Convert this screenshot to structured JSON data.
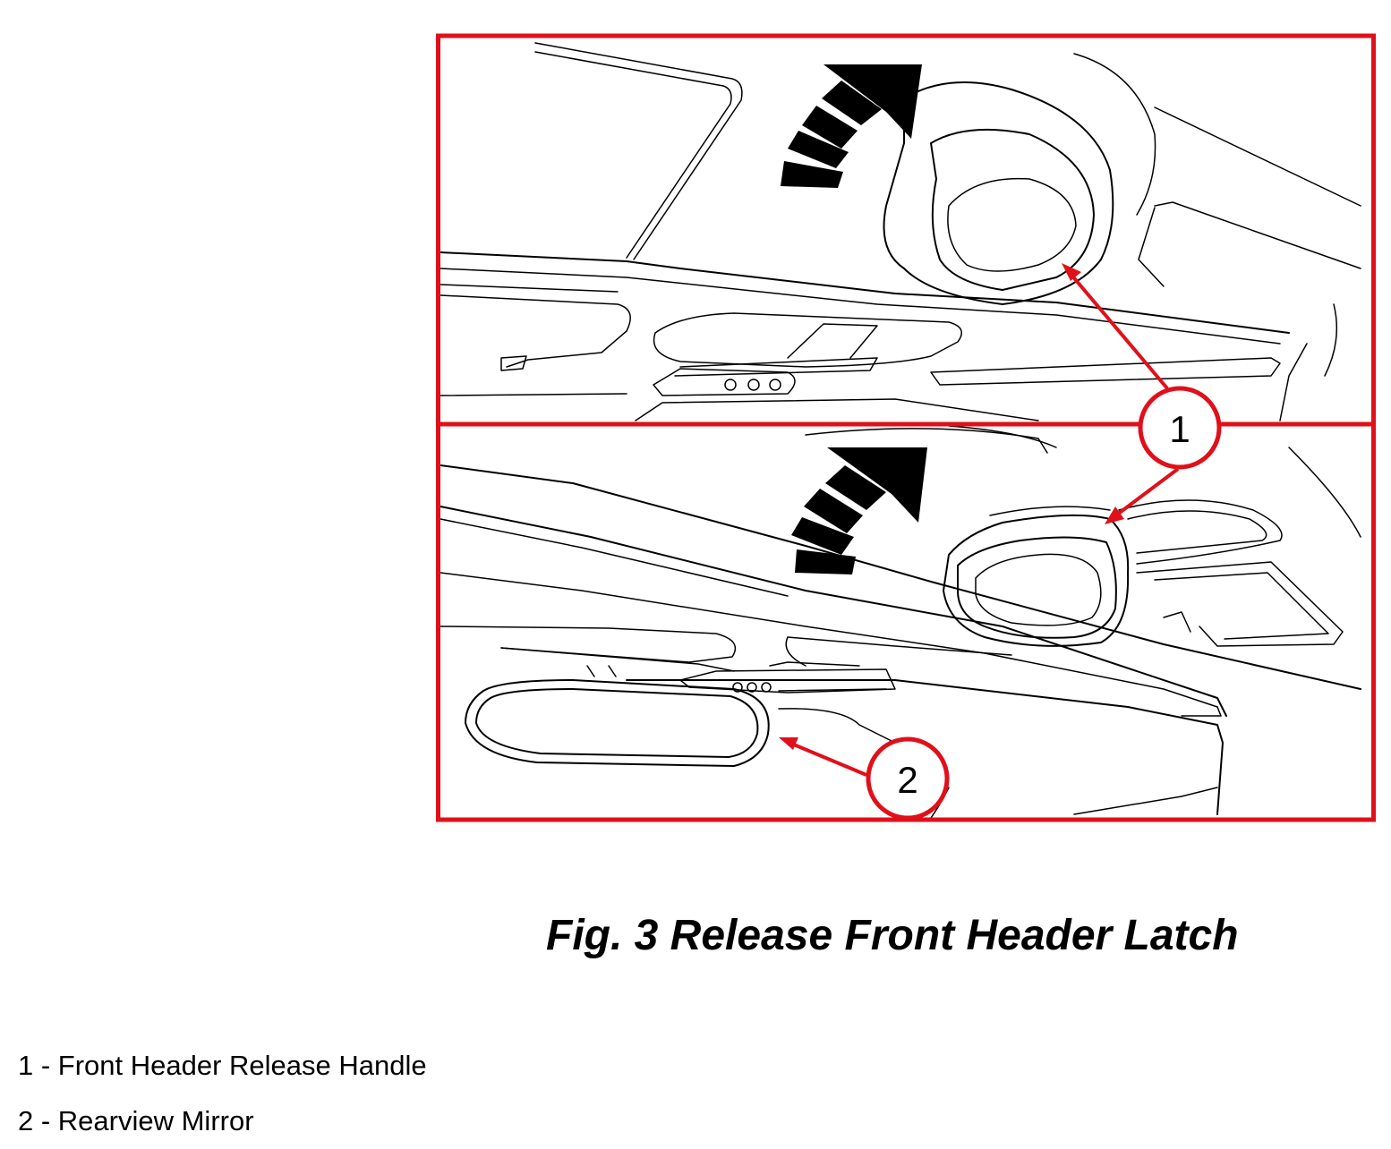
{
  "figure": {
    "caption": "Fig. 3 Release Front Header Latch",
    "callouts": [
      {
        "number": "1",
        "label": "Front Header Release Handle"
      },
      {
        "number": "2",
        "label": "Rearview Mirror"
      }
    ]
  },
  "legend": [
    {
      "text": "1 - Front Header Release Handle"
    },
    {
      "text": "2 - Rearview Mirror"
    }
  ],
  "colors": {
    "frame": "#e0101a",
    "line": "#000000",
    "background": "#ffffff"
  }
}
